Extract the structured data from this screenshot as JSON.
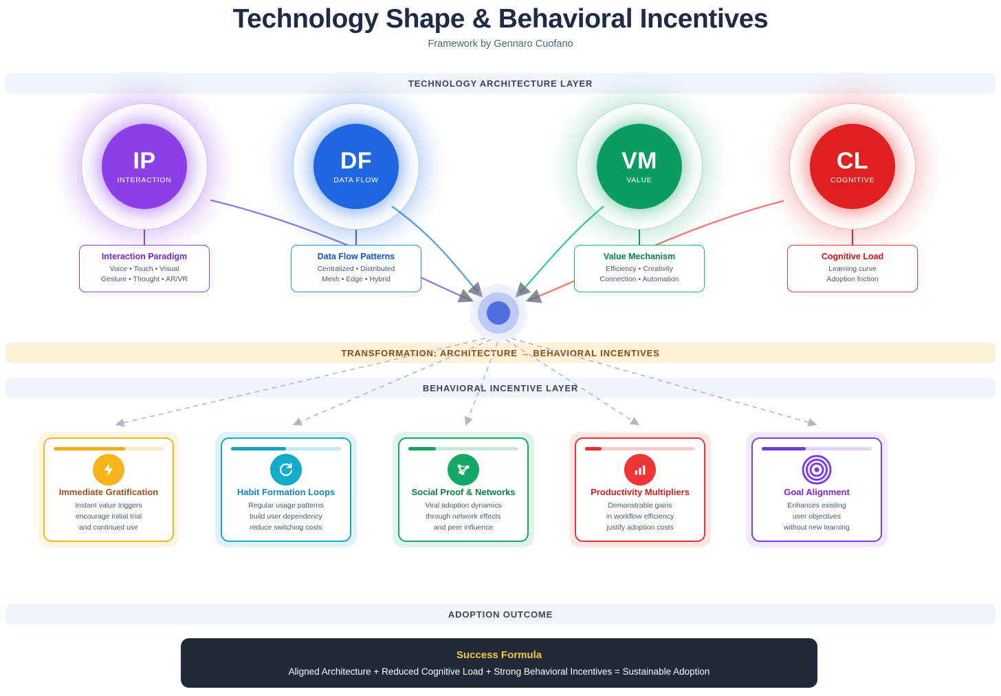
{
  "header": {
    "title": "Technology Shape & Behavioral Incentives",
    "subtitle": "Framework by Gennaro Cuofano"
  },
  "bands": {
    "architecture": "TECHNOLOGY ARCHITECTURE LAYER",
    "transformation": "TRANSFORMATION: ARCHITECTURE → BEHAVIORAL INCENTIVES",
    "behavioral": "BEHAVIORAL INCENTIVE LAYER",
    "outcome": "ADOPTION OUTCOME"
  },
  "architecture_nodes": [
    {
      "abbr": "IP",
      "sub": "INTERACTION",
      "detail_title": "Interaction Paradigm",
      "detail_line1": "Voice • Touch • Visual",
      "detail_line2": "Gesture • Thought • AR/VR",
      "color": "#8B3FE8"
    },
    {
      "abbr": "DF",
      "sub": "DATA FLOW",
      "detail_title": "Data Flow Patterns",
      "detail_line1": "Centralized • Distributed",
      "detail_line2": "Mesh • Edge • Hybrid",
      "color": "#1F66E0"
    },
    {
      "abbr": "VM",
      "sub": "VALUE",
      "detail_title": "Value Mechanism",
      "detail_line1": "Efficiency • Creativity",
      "detail_line2": "Connection • Automation",
      "color": "#0A9D62"
    },
    {
      "abbr": "CL",
      "sub": "COGNITIVE",
      "detail_title": "Cognitive Load",
      "detail_line1": "Learning curve",
      "detail_line2": "Adoption friction",
      "color": "#E02020"
    }
  ],
  "incentive_cards": [
    {
      "title": "Immediate Gratification",
      "icon": "lightning-bolt-icon",
      "desc1": "Instant value triggers",
      "desc2": "encourage initial trial",
      "desc3": "and continued use",
      "color": "#F5B41C",
      "title_color": "#A0501C",
      "progress": 65
    },
    {
      "title": "Habit Formation Loops",
      "icon": "refresh-cycle-icon",
      "desc1": "Regular usage patterns",
      "desc2": "build user dependency",
      "desc3": "reduce switching costs",
      "color": "#10ACC9",
      "title_color": "#1184C4",
      "progress": 50
    },
    {
      "title": "Social Proof & Networks",
      "icon": "network-share-icon",
      "desc1": "Viral adoption dynamics",
      "desc2": "through network effects",
      "desc3": "and peer influence",
      "color": "#13A864",
      "title_color": "#0B7E4A",
      "progress": 25
    },
    {
      "title": "Productivity Multipliers",
      "icon": "bar-chart-icon",
      "desc1": "Demonstrable gains",
      "desc2": "in workflow efficiency",
      "desc3": "justify adoption costs",
      "color": "#EE3434",
      "title_color": "#D81E1E",
      "progress": 15
    },
    {
      "title": "Goal Alignment",
      "icon": "target-rings-icon",
      "desc1": "Enhances existing",
      "desc2": "user objectives",
      "desc3": "without new learning",
      "color": "#7A3DE8",
      "title_color": "#7A27C9",
      "progress": 40
    }
  ],
  "outcome": {
    "formula_title": "Success Formula",
    "formula_body": "Aligned Architecture + Reduced Cognitive Load + Strong Behavioral Incentives = Sustainable Adoption"
  }
}
